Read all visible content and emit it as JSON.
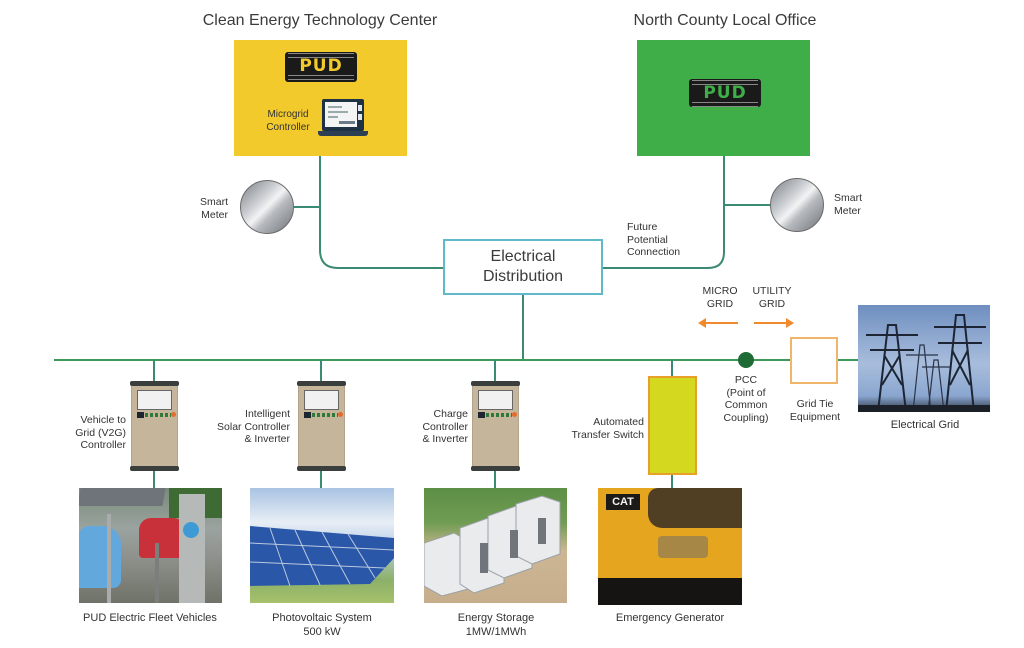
{
  "sites": {
    "clean_energy_center": {
      "title": "Clean Energy Technology Center",
      "logo_text": "PUD",
      "controller_label_line1": "Microgrid",
      "controller_label_line2": "Controller",
      "color": "#f2ca2c"
    },
    "north_county_office": {
      "title": "North County Local Office",
      "logo_text": "PUD",
      "color": "#3fae48"
    }
  },
  "meters": {
    "left": {
      "label_line1": "Smart",
      "label_line2": "Meter"
    },
    "right": {
      "label_line1": "Smart",
      "label_line2": "Meter"
    }
  },
  "distribution": {
    "line1": "Electrical",
    "line2": "Distribution"
  },
  "future_connection": {
    "line1": "Future",
    "line2": "Potential",
    "line3": "Connection"
  },
  "direction": {
    "microgrid_line1": "MICRO",
    "microgrid_line2": "GRID",
    "utility_line1": "UTILITY",
    "utility_line2": "GRID",
    "arrow_color": "#f08a2c"
  },
  "pcc": {
    "line1": "PCC",
    "line2": "(Point of",
    "line3": "Common",
    "line4": "Coupling)"
  },
  "grid_tie": {
    "line1": "Grid Tie",
    "line2": "Equipment"
  },
  "electrical_grid": {
    "caption": "Electrical Grid"
  },
  "controllers": [
    {
      "line1": "Vehicle to",
      "line2": "Grid (V2G)",
      "line3": "Controller"
    },
    {
      "line1": "Intelligent",
      "line2": "Solar Controller",
      "line3": "& Inverter"
    },
    {
      "line1": "Charge",
      "line2": "Controller",
      "line3": "& Inverter"
    }
  ],
  "transfer_switch": {
    "line1": "Automated",
    "line2": "Transfer Switch"
  },
  "assets": [
    {
      "caption_line1": "PUD Electric Fleet Vehicles",
      "caption_line2": ""
    },
    {
      "caption_line1": "Photovoltaic System",
      "caption_line2": "500 kW"
    },
    {
      "caption_line1": "Energy Storage",
      "caption_line2": "1MW/1MWh"
    },
    {
      "caption_line1": "Emergency Generator",
      "caption_line2": "",
      "brand": "CAT"
    }
  ],
  "colors": {
    "bus_line": "#3f9a5a",
    "wire": "#3b8a74",
    "distribution_border": "#5fb9c9",
    "pcc_dot": "#1e6b35"
  }
}
